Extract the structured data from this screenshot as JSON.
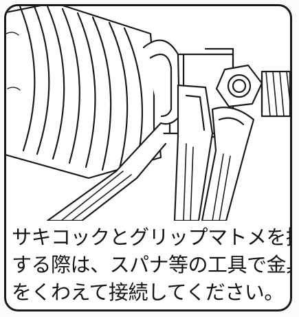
{
  "figure": {
    "illustration_icon": "wrench-and-spanner-tightening-fitting-illustration",
    "ink_color": "#1a1a1a",
    "background_color": "#ffffff"
  },
  "caption": {
    "lines": [
      "サキコックとグリップマトメを接続",
      "する際は、スパナ等の工具で金具部",
      "をくわえて接続してください。"
    ]
  }
}
